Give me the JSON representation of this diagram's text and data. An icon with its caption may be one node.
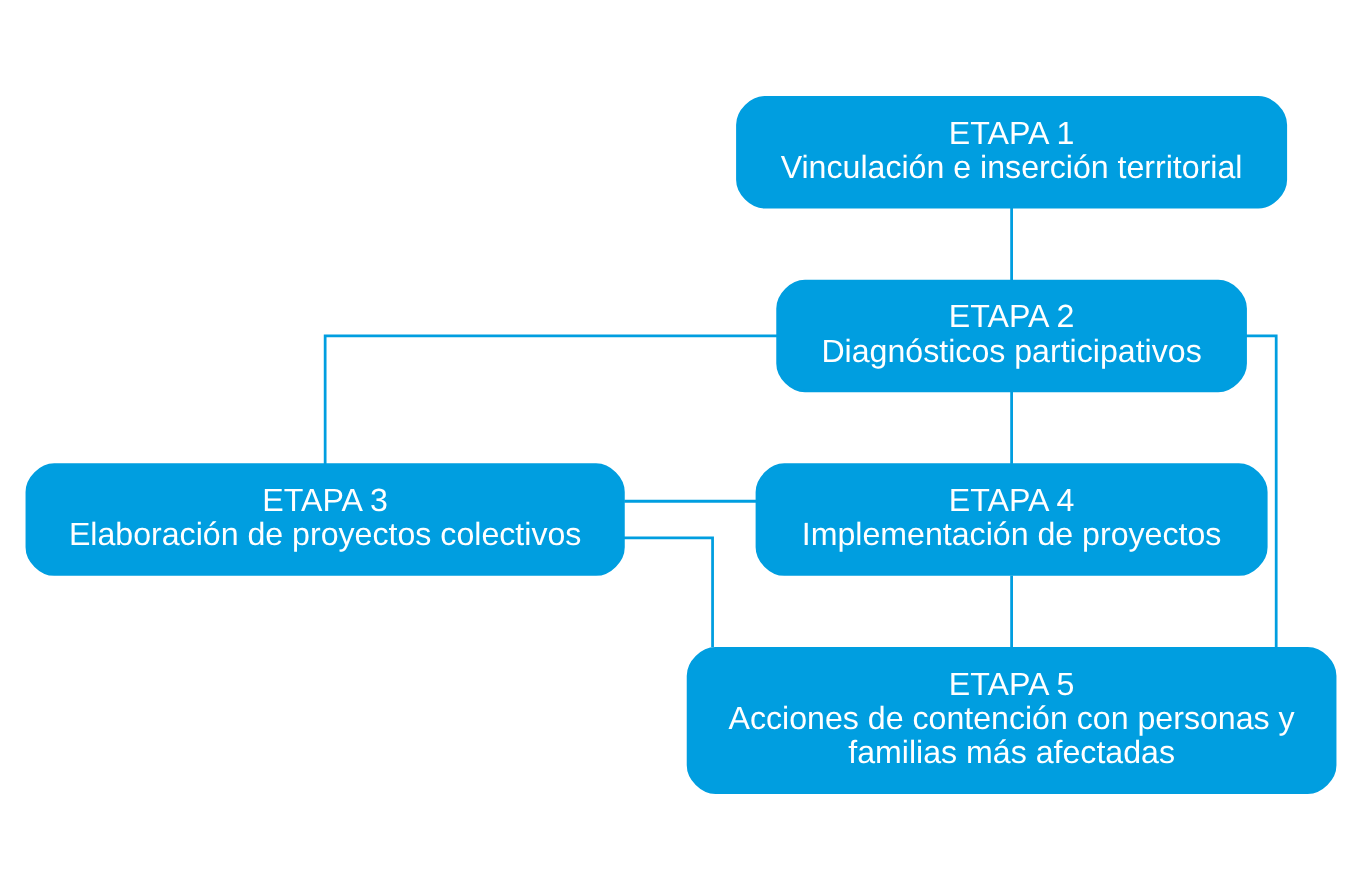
{
  "diagram": {
    "nodes": [
      {
        "text": [
          "ETAPA 1",
          "Vinculación e inserción territorial"
        ]
      },
      {
        "text": [
          "ETAPA 2",
          "Diagnósticos participativos"
        ]
      },
      {
        "text": [
          "ETAPA 3",
          "Elaboración de proyectos colectivos"
        ]
      },
      {
        "text": [
          "ETAPA 4",
          "Implementación de proyectos"
        ]
      },
      {
        "text": [
          "ETAPA 5",
          "Acciones de contención con personas y familias más afectadas"
        ]
      }
    ],
    "edges": [
      {
        "from": 0,
        "to": 1,
        "arrow": "none"
      },
      {
        "from": 1,
        "to": 2,
        "arrow": "none"
      },
      {
        "from": 1,
        "to": 3,
        "arrow": "none"
      },
      {
        "from": 1,
        "to": 4,
        "arrow": "none"
      },
      {
        "from": 2,
        "to": 3,
        "arrow": "none"
      },
      {
        "from": 2,
        "to": 4,
        "arrow": "none"
      },
      {
        "from": 3,
        "to": 4,
        "arrow": "none"
      }
    ]
  }
}
